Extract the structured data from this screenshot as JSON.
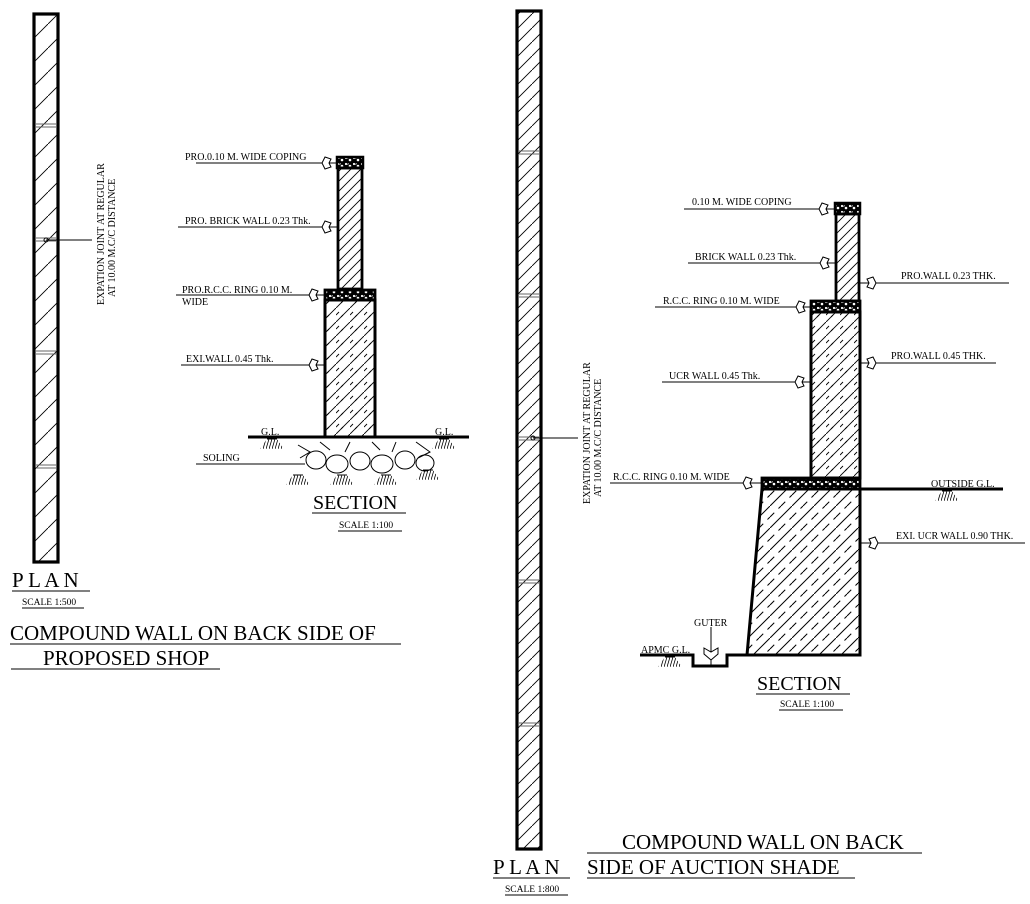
{
  "drawing_left": {
    "plan": {
      "title": "P L A N",
      "scale": "SCALE 1:500",
      "joint_note_line1": "EXPATION JOINT AT REGULAR",
      "joint_note_line2": "AT 10.00 M.C/C DISTANCE"
    },
    "section": {
      "title": "SECTION",
      "scale": "SCALE 1:100",
      "labels": {
        "coping": "PRO.0.10 M. WIDE COPING",
        "brick_wall": "PRO. BRICK WALL 0.23 Thk.",
        "rcc_ring_line1": "PRO.R.C.C. RING 0.10 M.",
        "rcc_ring_line2": "WIDE",
        "exi_wall": "EXI.WALL 0.45 Thk.",
        "gl_left": "G.L.",
        "gl_right": "G.L.",
        "soling": "SOLING"
      }
    },
    "caption_line1": "COMPOUND WALL ON BACK SIDE OF",
    "caption_line2": "PROPOSED SHOP"
  },
  "drawing_right": {
    "plan": {
      "title": "P L A N",
      "scale": "SCALE 1:800",
      "joint_note_line1": "EXPATION JOINT AT REGULAR",
      "joint_note_line2": "AT 10.00 M.C/C DISTANCE"
    },
    "section": {
      "title": "SECTION",
      "scale": "SCALE 1:100",
      "labels": {
        "coping": "0.10 M. WIDE COPING",
        "brick_wall": "BRICK WALL 0.23 Thk.",
        "rcc_ring_upper": "R.C.C. RING 0.10 M. WIDE",
        "ucr_wall": "UCR WALL 0.45 Thk.",
        "rcc_ring_lower": "R.C.C. RING 0.10 M. WIDE",
        "pro_wall_023": "PRO.WALL 0.23 THK.",
        "pro_wall_045": "PRO.WALL 0.45 THK.",
        "outside_gl": "OUTSIDE G.L.",
        "exi_ucr_wall": "EXI. UCR WALL 0.90 THK.",
        "guter": "GUTER",
        "apmc_gl": "APMC G.L."
      }
    },
    "caption_line1": "COMPOUND WALL ON BACK",
    "caption_line2": "SIDE OF AUCTION SHADE"
  }
}
